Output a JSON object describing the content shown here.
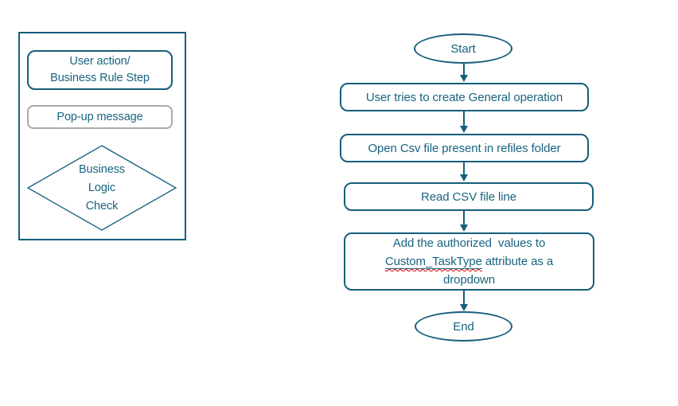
{
  "colors": {
    "accent_teal": "#155E7C",
    "legend_gray_border": "#A9A9A9",
    "spellcheck_red": "#E00000"
  },
  "legend": {
    "user_action_step": {
      "line1": "User action/",
      "line2": "Business Rule Step"
    },
    "popup_message": {
      "label": "Pop-up message"
    },
    "business_logic_check": {
      "line1": "Business",
      "line2": "Logic",
      "line3": "Check"
    }
  },
  "flow": {
    "start": {
      "label": "Start"
    },
    "step1": {
      "label": "User tries to create General operation"
    },
    "step2": {
      "label": "Open Csv file present in refiles folder"
    },
    "step3": {
      "label": "Read CSV file line"
    },
    "step4": {
      "line1": "Add the authorized  values to",
      "line2_misspelled": "Custom_TaskType",
      "line2_rest": " attribute as a",
      "line3": "dropdown"
    },
    "end": {
      "label": "End"
    }
  }
}
